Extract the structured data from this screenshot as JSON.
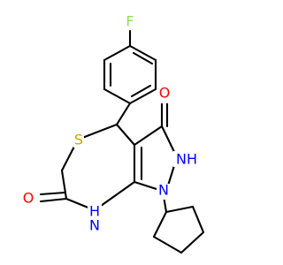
{
  "molecule": {
    "atom_labels": {
      "fluorine": "F",
      "sulfur": "S",
      "oxygen_top": "O",
      "oxygen_bottom": "O",
      "nh_pyrazole": "NH",
      "n_pyrazole": "N",
      "nh_amide": "H",
      "nh_amide_n": "N"
    },
    "colors": {
      "bond": "#000000",
      "fluorine": "#90e050",
      "sulfur": "#c9a800",
      "oxygen": "#ff0000",
      "nitrogen": "#0000ff"
    }
  }
}
